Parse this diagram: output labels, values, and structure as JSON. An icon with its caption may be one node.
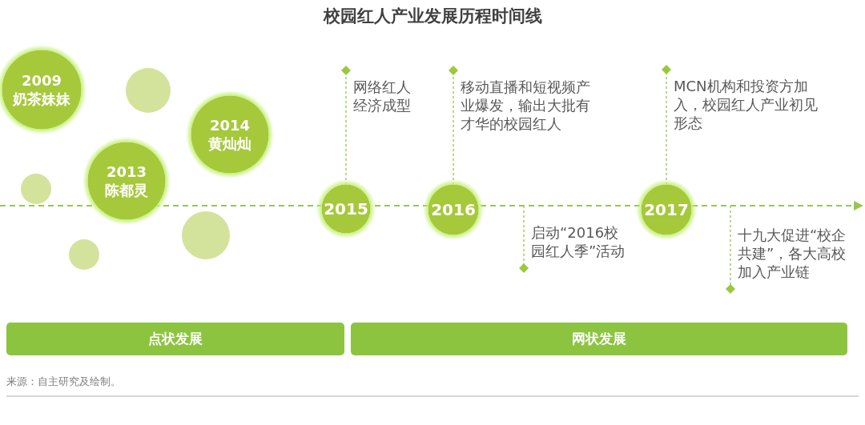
{
  "diagram": {
    "title": "校园红人产业发展历程时间线",
    "nodes": [
      {
        "text": [
          "2009",
          "奶茶妹妹"
        ]
      },
      {
        "text": [
          "2013",
          "陈都灵"
        ]
      },
      {
        "text": [
          "2014",
          "黄灿灿"
        ]
      },
      {
        "text": [],
        "shape": "circle"
      },
      {
        "text": [],
        "shape": "circle"
      },
      {
        "text": [],
        "shape": "circle"
      },
      {
        "text": [],
        "shape": "circle"
      },
      {
        "text": [
          "2015"
        ]
      },
      {
        "text": [
          "网络红人经济成型"
        ]
      },
      {
        "text": [
          "2016"
        ]
      },
      {
        "text": [
          "移动直播和短视频产业爆发，输出大批有才华的校园红人"
        ]
      },
      {
        "text": [
          "启动“2016校园红人季”活动"
        ]
      },
      {
        "text": [
          "2017"
        ]
      },
      {
        "text": [
          "MCN机构和投资方加入，校园红人产业初见形态"
        ]
      },
      {
        "text": [
          "十九大促进“校企共建”，各大高校加入产业链"
        ]
      },
      {
        "text": [
          "点状发展"
        ]
      },
      {
        "text": [
          "网状发展"
        ]
      }
    ],
    "edges": [
      {
        "from": 7,
        "to": 8,
        "arrow": "other",
        "style": "dashed"
      },
      {
        "from": 9,
        "to": 10,
        "arrow": "other",
        "style": "dashed"
      },
      {
        "from": null,
        "to": 11,
        "arrow": "other",
        "style": "dashed"
      },
      {
        "from": 12,
        "to": 13,
        "arrow": "other",
        "style": "dashed"
      },
      {
        "from": null,
        "to": 14,
        "arrow": "other",
        "style": "dashed"
      }
    ],
    "labels": [
      "来源：自主研究及绘制。"
    ]
  }
}
